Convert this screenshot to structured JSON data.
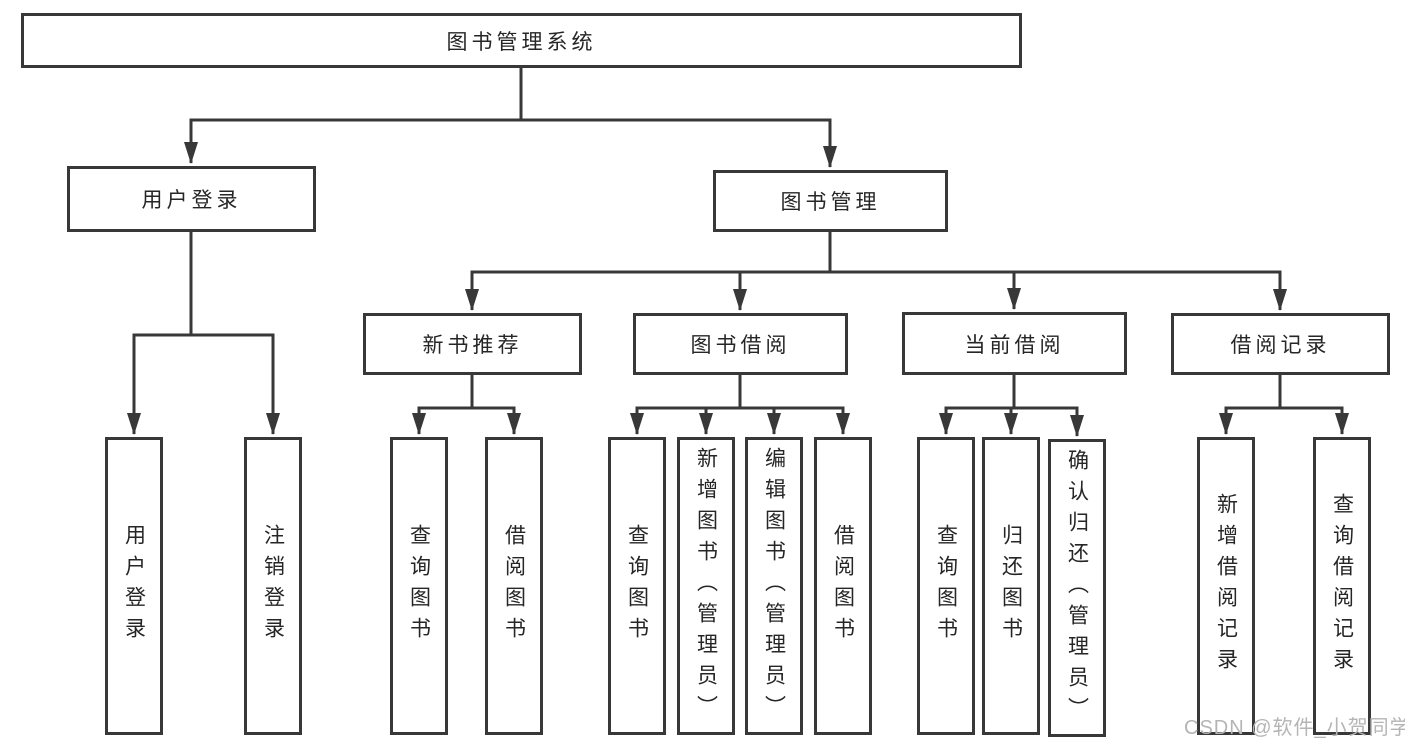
{
  "diagram": {
    "root": {
      "label": "图书管理系统"
    },
    "children": [
      {
        "label": "用户登录",
        "children": [
          {
            "label": "用户登录"
          },
          {
            "label": "注销登录"
          }
        ]
      },
      {
        "label": "图书管理",
        "children": [
          {
            "label": "新书推荐",
            "children": [
              {
                "label": "查询图书"
              },
              {
                "label": "借阅图书"
              }
            ]
          },
          {
            "label": "图书借阅",
            "children": [
              {
                "label": "查询图书"
              },
              {
                "label": "新增图书（管理员）"
              },
              {
                "label": "编辑图书（管理员）"
              },
              {
                "label": "借阅图书"
              }
            ]
          },
          {
            "label": "当前借阅",
            "children": [
              {
                "label": "查询图书"
              },
              {
                "label": "归还图书"
              },
              {
                "label": "确认归还（管理员）"
              }
            ]
          },
          {
            "label": "借阅记录",
            "children": [
              {
                "label": "新增借阅记录"
              },
              {
                "label": "查询借阅记录"
              }
            ]
          }
        ]
      }
    ]
  },
  "watermark": {
    "label": "CSDN @软件_小贺同学"
  },
  "colors": {
    "line": "#383838",
    "text": "#262626",
    "watermark": "#b5b5b5",
    "background": "#ffffff"
  }
}
